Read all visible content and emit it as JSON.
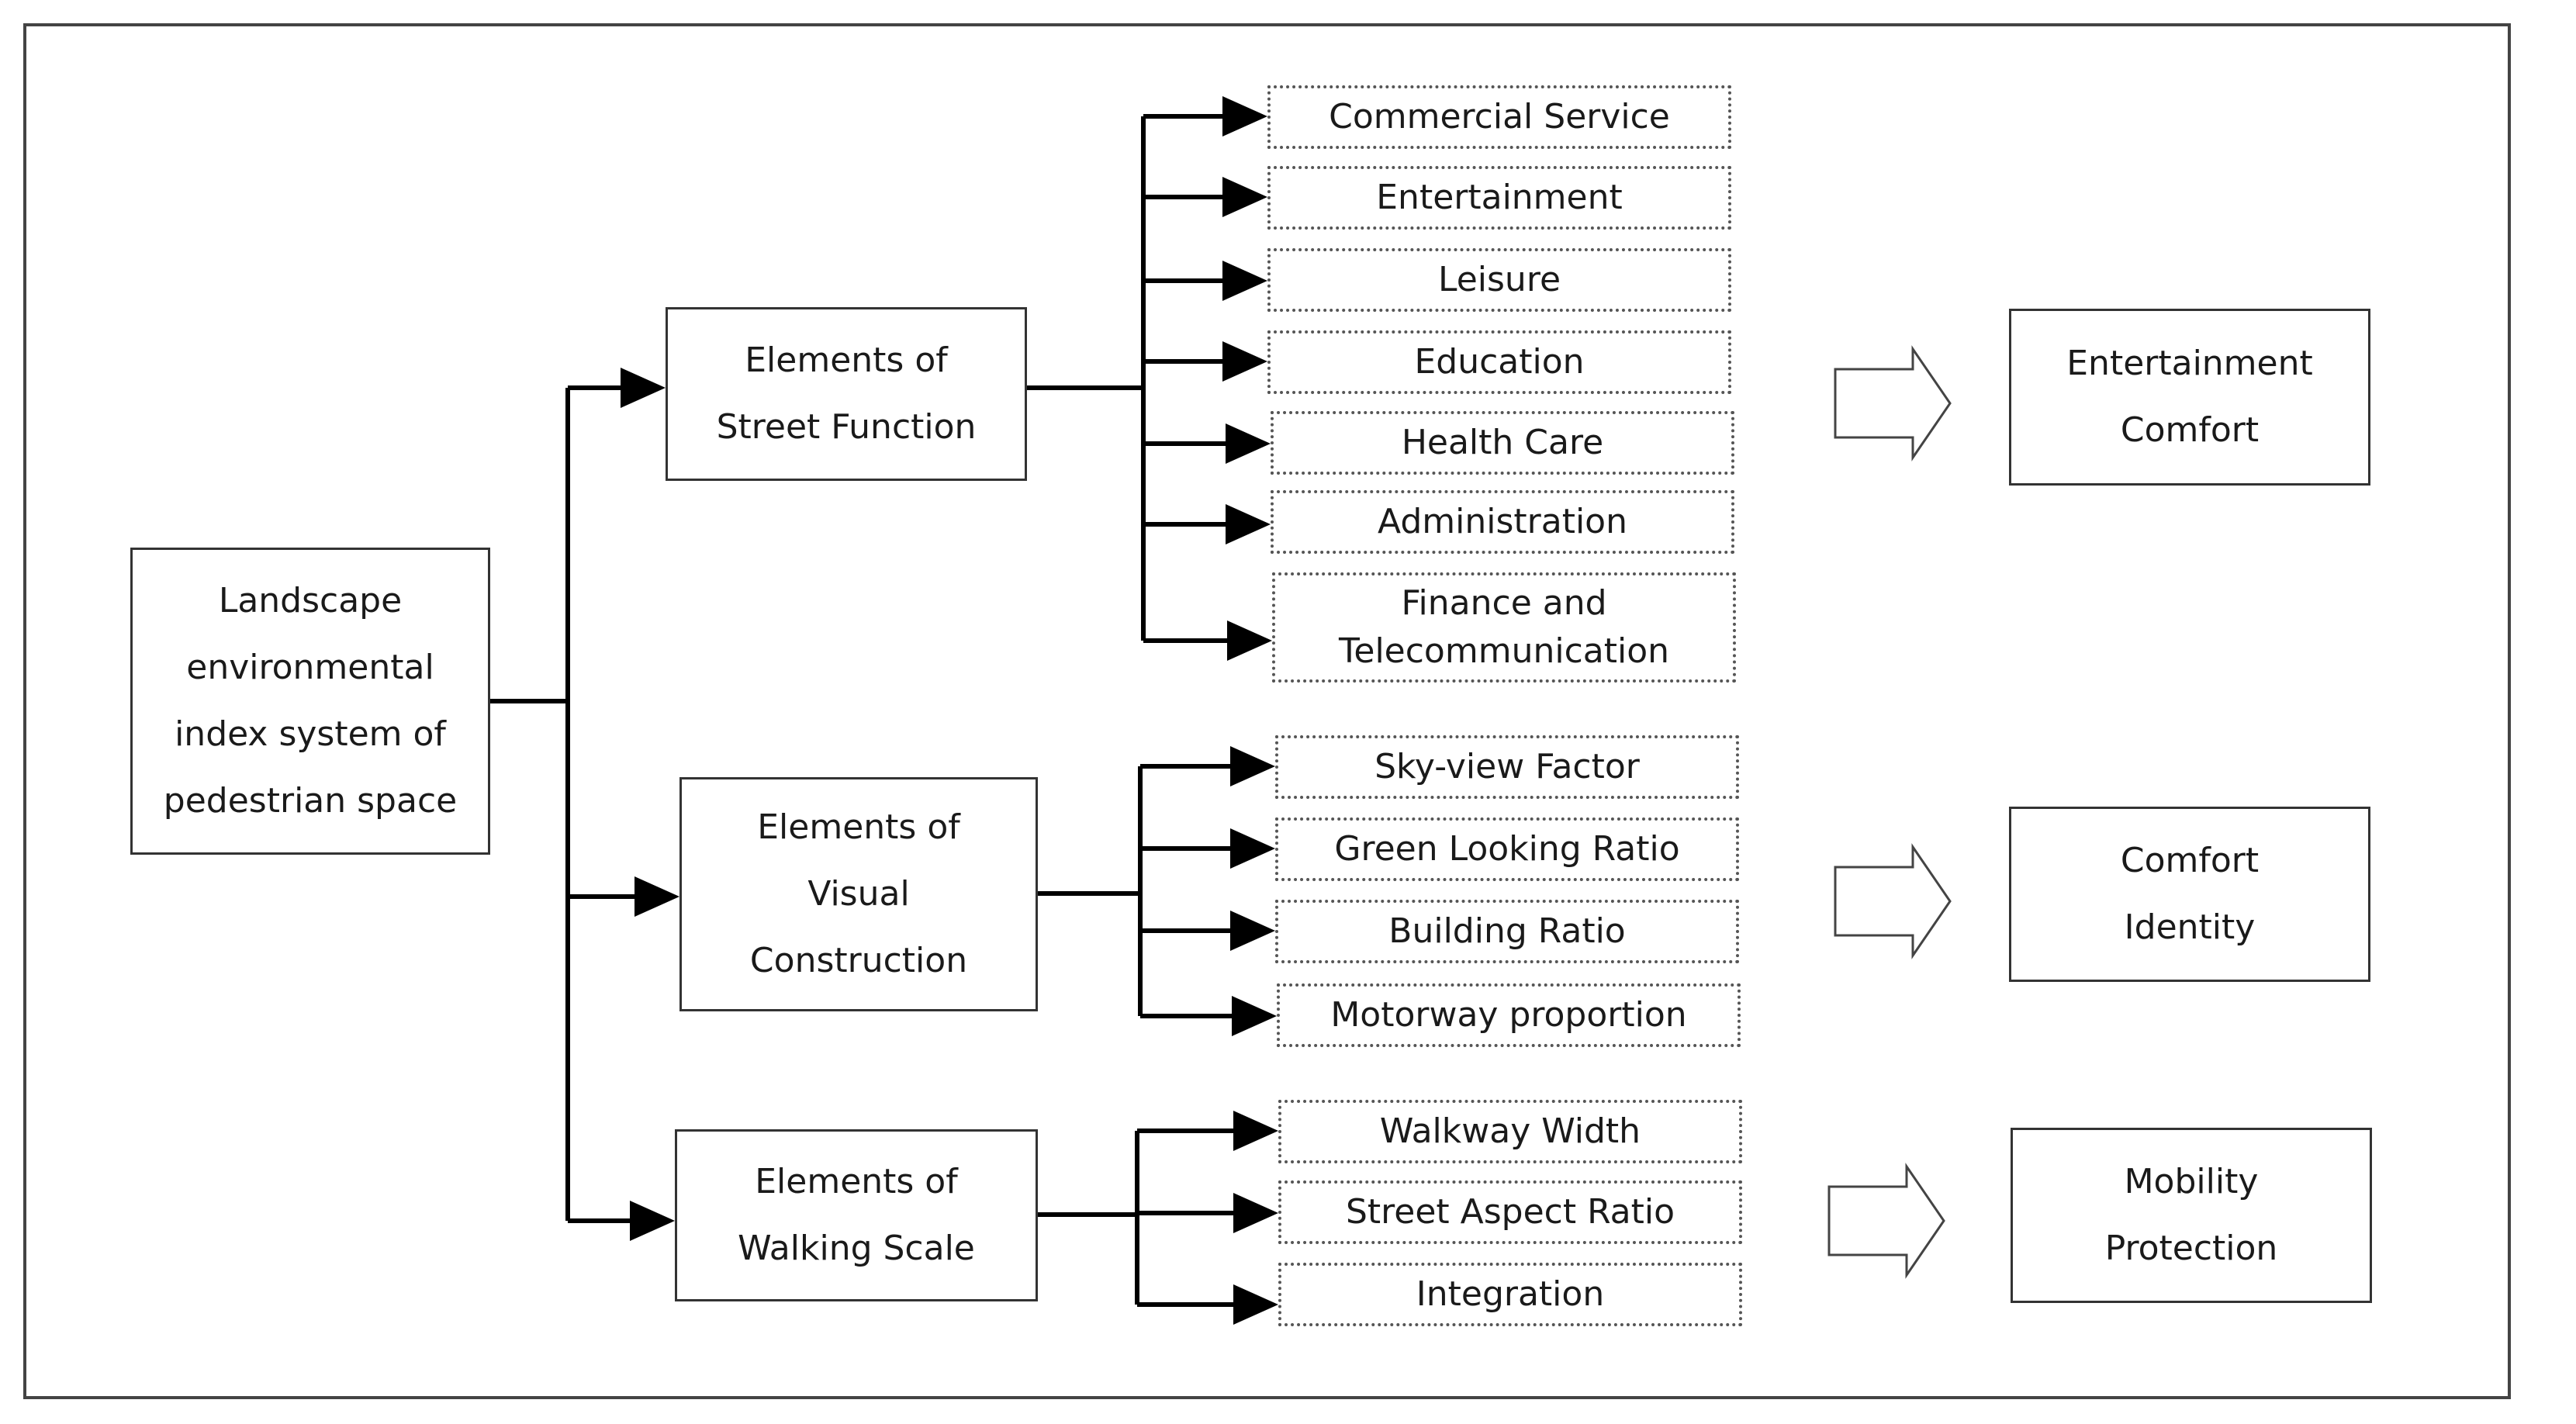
{
  "root": {
    "label": "Landscape\nenvironmental\nindex system of\npedestrian space"
  },
  "groups": [
    {
      "label": "Elements of\nStreet Function",
      "items": [
        "Commercial Service",
        "Entertainment",
        "Leisure",
        "Education",
        "Health Care",
        "Administration",
        "Finance and\nTelecommunication"
      ],
      "outcome": "Entertainment\nComfort"
    },
    {
      "label": "Elements of\nVisual\nConstruction",
      "items": [
        "Sky-view Factor",
        "Green Looking Ratio",
        "Building Ratio",
        "Motorway proportion"
      ],
      "outcome": "Comfort\nIdentity"
    },
    {
      "label": "Elements of\nWalking Scale",
      "items": [
        "Walkway Width",
        "Street Aspect Ratio",
        "Integration"
      ],
      "outcome": "Mobility\nProtection"
    }
  ],
  "colors": {
    "line": "#000000",
    "box_border": "#333333",
    "dotted_border": "#555555",
    "frame": "#444444"
  }
}
